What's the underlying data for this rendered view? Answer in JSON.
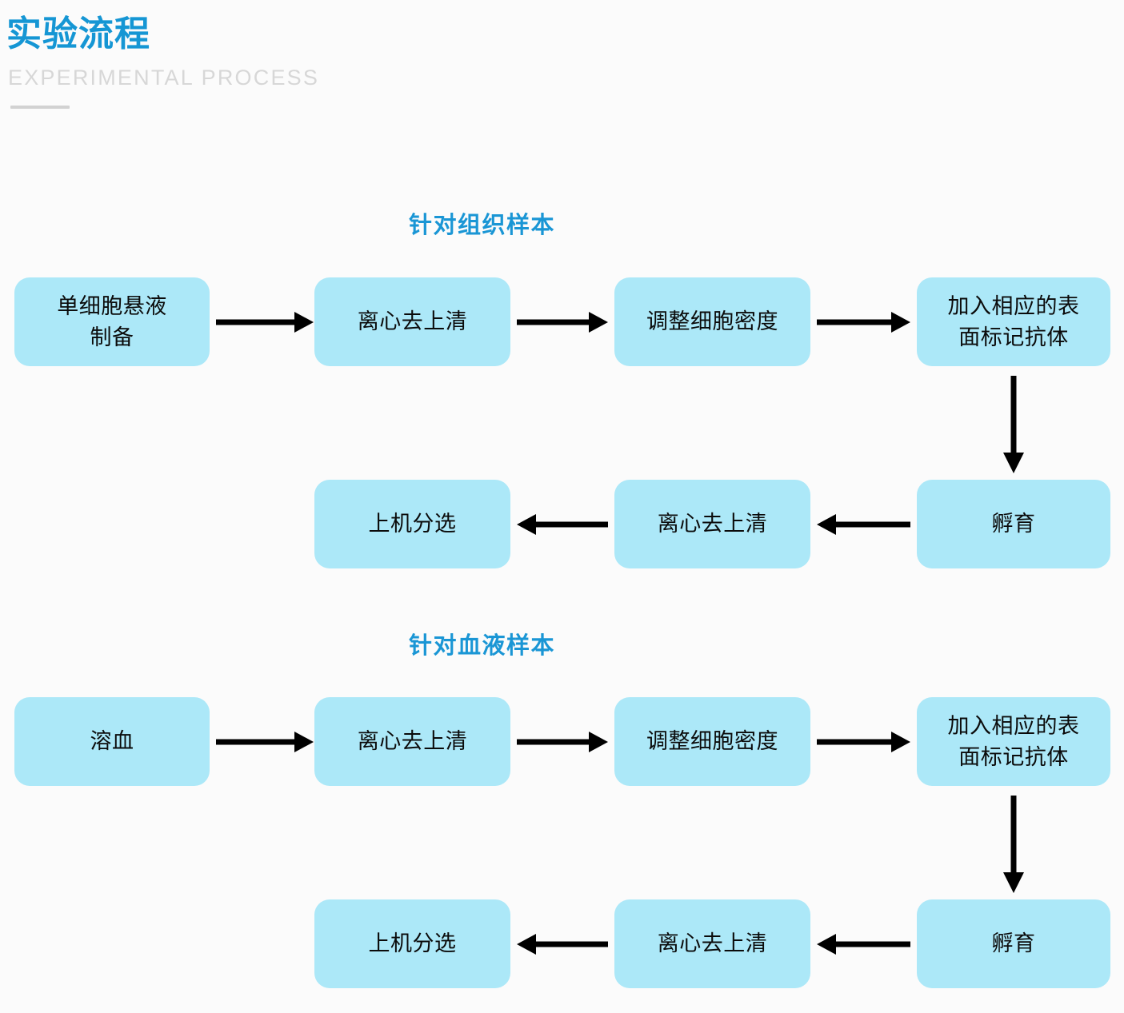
{
  "header": {
    "title": "实验流程",
    "subtitle": "EXPERIMENTAL PROCESS",
    "title_color": "#1596d4",
    "subtitle_color": "#d7d7d7",
    "rule_color": "#d2d2d2"
  },
  "theme": {
    "page_background": "#fbfbfb",
    "box_fill": "#ace8f8",
    "box_text": "#0b0b0b",
    "accent_blue": "#1a96d5",
    "arrow_color": "#000000"
  },
  "sections": [
    {
      "heading": "针对组织样本",
      "row1": [
        {
          "label": "单细胞悬液\n制备",
          "lines": [
            "单细胞悬液",
            "制备"
          ]
        },
        {
          "label": "离心去上清",
          "lines": [
            "离心去上清"
          ]
        },
        {
          "label": "调整细胞密度",
          "lines": [
            "调整细胞密度"
          ]
        },
        {
          "label": "加入相应的表面标记抗体",
          "lines": [
            "加入相应的表",
            "面标记抗体"
          ]
        }
      ],
      "row2": [
        {
          "label": "上机分选",
          "lines": [
            "上机分选"
          ]
        },
        {
          "label": "离心去上清",
          "lines": [
            "离心去上清"
          ]
        },
        {
          "label": "孵育",
          "lines": [
            "孵育"
          ]
        }
      ],
      "connectors": [
        {
          "name": "arrow-right-1",
          "direction": "right"
        },
        {
          "name": "arrow-right-2",
          "direction": "right"
        },
        {
          "name": "arrow-right-3",
          "direction": "right"
        },
        {
          "name": "arrow-down-1",
          "direction": "down"
        },
        {
          "name": "arrow-left-1",
          "direction": "left"
        },
        {
          "name": "arrow-left-2",
          "direction": "left"
        }
      ]
    },
    {
      "heading": "针对血液样本",
      "row1": [
        {
          "label": "溶血",
          "lines": [
            "溶血"
          ]
        },
        {
          "label": "离心去上清",
          "lines": [
            "离心去上清"
          ]
        },
        {
          "label": "调整细胞密度",
          "lines": [
            "调整细胞密度"
          ]
        },
        {
          "label": "加入相应的表面标记抗体",
          "lines": [
            "加入相应的表",
            "面标记抗体"
          ]
        }
      ],
      "row2": [
        {
          "label": "上机分选",
          "lines": [
            "上机分选"
          ]
        },
        {
          "label": "离心去上清",
          "lines": [
            "离心去上清"
          ]
        },
        {
          "label": "孵育",
          "lines": [
            "孵育"
          ]
        }
      ],
      "connectors": [
        {
          "name": "arrow-right-1",
          "direction": "right"
        },
        {
          "name": "arrow-right-2",
          "direction": "right"
        },
        {
          "name": "arrow-right-3",
          "direction": "right"
        },
        {
          "name": "arrow-down-1",
          "direction": "down"
        },
        {
          "name": "arrow-left-1",
          "direction": "left"
        },
        {
          "name": "arrow-left-2",
          "direction": "left"
        }
      ]
    }
  ]
}
